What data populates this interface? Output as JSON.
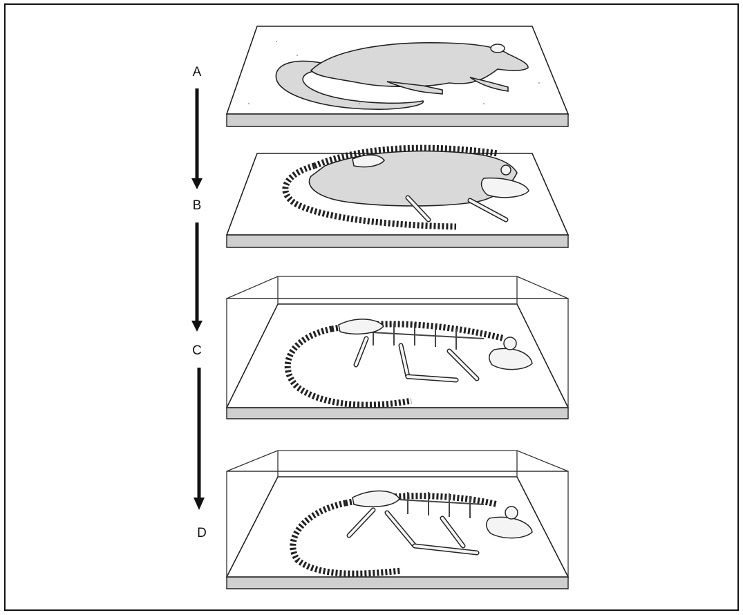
{
  "stages": [
    {
      "label": "A"
    },
    {
      "label": "B"
    },
    {
      "label": "C"
    },
    {
      "label": "D"
    }
  ]
}
